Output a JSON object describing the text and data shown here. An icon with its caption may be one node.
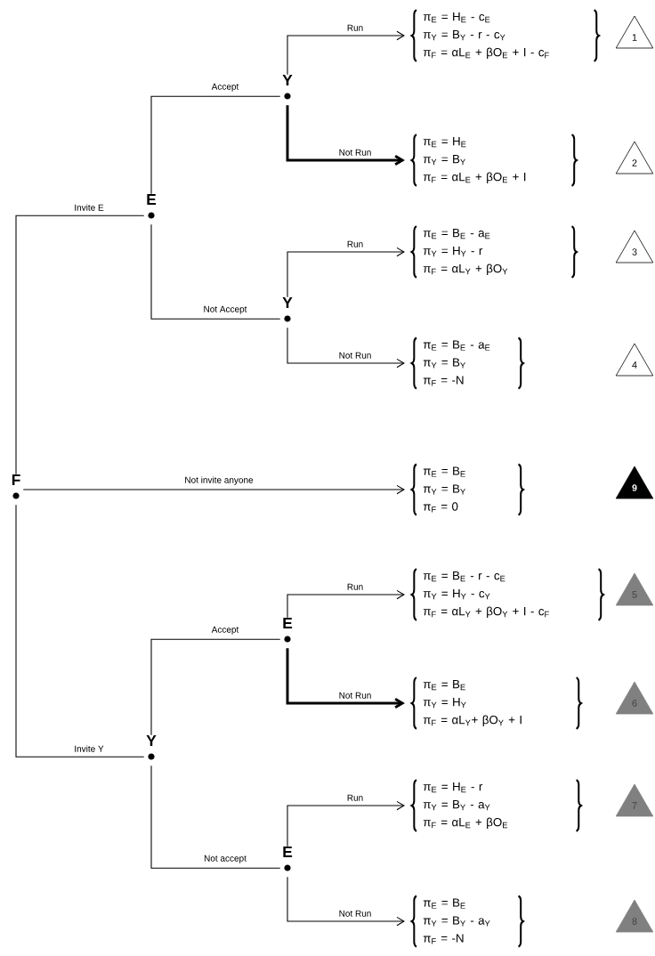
{
  "diagram": {
    "nodes": [
      {
        "text": [
          "F"
        ]
      },
      {
        "text": [
          "E"
        ]
      },
      {
        "text": [
          "Y"
        ]
      },
      {
        "text": [
          "π$_{E}$ = H$_{E}$ - c$_{E}$",
          "π$_{Y}$ = B$_{Y}$ - r - c$_{Y}$",
          "π$_{F}$ = αL$_{E}$ + βO$_{E}$ + I - c$_{F}$"
        ]
      },
      {
        "text": [
          "1"
        ]
      },
      {
        "text": [
          "π$_{E}$ = H$_{E}$",
          "π$_{Y}$ = B$_{Y}$",
          "π$_{F}$ = αL$_{E}$ + βO$_{E}$ + I"
        ]
      },
      {
        "text": [
          "2"
        ]
      },
      {
        "text": [
          "Y"
        ]
      },
      {
        "text": [
          "π$_{E}$ = B$_{E}$ - a$_{E}$",
          "π$_{Y}$ = H$_{Y}$ - r",
          "π$_{F}$ = αL$_{Y}$ + βO$_{Y}$"
        ]
      },
      {
        "text": [
          "3"
        ]
      },
      {
        "text": [
          "π$_{E}$ = B$_{E}$ - a$_{E}$",
          "π$_{Y}$ = B$_{Y}$",
          "π$_{F}$ = -N"
        ]
      },
      {
        "text": [
          "4"
        ]
      },
      {
        "text": [
          "π$_{E}$ = B$_{E}$",
          "π$_{Y}$ = B$_{Y}$",
          "π$_{F}$ = 0"
        ]
      },
      {
        "text": [
          "9"
        ]
      },
      {
        "text": [
          "Y"
        ]
      },
      {
        "text": [
          "E"
        ]
      },
      {
        "text": [
          "π$_{E}$ = B$_{E}$ - r - c$_{E}$",
          "π$_{Y}$ = H$_{Y}$ - c$_{Y}$",
          "π$_{F}$ = αL$_{Y}$ + βO$_{Y}$ + I - c$_{F}$"
        ]
      },
      {
        "text": [
          "5"
        ]
      },
      {
        "text": [
          "π$_{E}$ = B$_{E}$",
          "π$_{Y}$ = H$_{Y}$",
          "π$_{F}$ = αL$_{Y}$+ βO$_{Y}$ + I"
        ]
      },
      {
        "text": [
          "6"
        ]
      },
      {
        "text": [
          "E"
        ]
      },
      {
        "text": [
          "π$_{E}$ = H$_{E}$ - r",
          "π$_{Y}$ = B$_{Y}$ - a$_{Y}$",
          "π$_{F}$ = αL$_{E}$ + βO$_{E}$"
        ]
      },
      {
        "text": [
          "7"
        ]
      },
      {
        "text": [
          "π$_{E}$ = B$_{E}$",
          "π$_{Y}$ = B$_{Y}$ - a$_{Y}$",
          "π$_{F}$ = -N"
        ]
      },
      {
        "text": [
          "8"
        ]
      }
    ],
    "edges": [
      {
        "from": 0,
        "to": 1,
        "arrow": "none",
        "label": "Invite E"
      },
      {
        "from": 1,
        "to": 2,
        "arrow": "none",
        "label": "Accept"
      },
      {
        "from": 2,
        "to": 3,
        "arrow": "to",
        "label": "Run"
      },
      {
        "from": 2,
        "to": 5,
        "arrow": "to",
        "label": "Not Run",
        "style": "thick"
      },
      {
        "from": 1,
        "to": 7,
        "arrow": "none",
        "label": "Not Accept"
      },
      {
        "from": 7,
        "to": 8,
        "arrow": "to",
        "label": "Run"
      },
      {
        "from": 7,
        "to": 10,
        "arrow": "to",
        "label": "Not Run"
      },
      {
        "from": 0,
        "to": 12,
        "arrow": "to",
        "label": "Not invite anyone"
      },
      {
        "from": 0,
        "to": 14,
        "arrow": "none",
        "label": "Invite Y"
      },
      {
        "from": 14,
        "to": 15,
        "arrow": "none",
        "label": "Accept"
      },
      {
        "from": 15,
        "to": 16,
        "arrow": "to",
        "label": "Run"
      },
      {
        "from": 15,
        "to": 18,
        "arrow": "to",
        "label": "Not Run",
        "style": "thick"
      },
      {
        "from": 14,
        "to": 20,
        "arrow": "none",
        "label": "Not accept"
      },
      {
        "from": 20,
        "to": 21,
        "arrow": "to",
        "label": "Run"
      },
      {
        "from": 20,
        "to": 23,
        "arrow": "to",
        "label": "Not Run"
      }
    ]
  }
}
